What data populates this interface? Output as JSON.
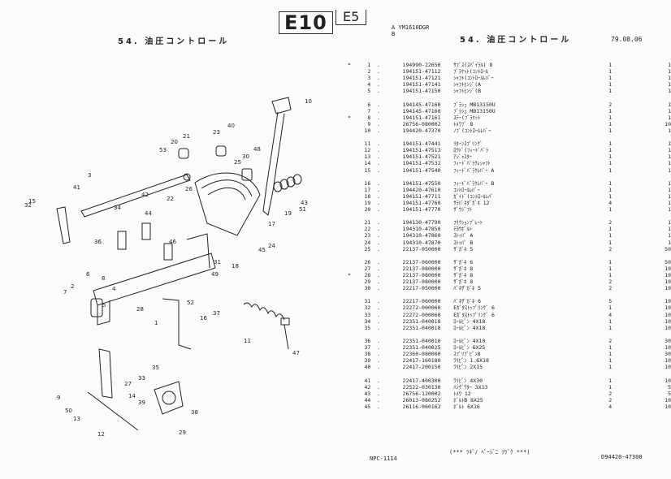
{
  "header": {
    "code": "E10",
    "code2": "E5",
    "model_line1": "A YM1610DGR",
    "model_line2": "B",
    "title_left": "54. 油圧コントロール",
    "title_right": "54. 油圧コントロール",
    "date": "79.08.06"
  },
  "parts": [
    {
      "mark": "*",
      "no": "1",
      "dot": ".",
      "pn": "194990-22650",
      "desc": "ｻﾌﾞｽ(ｽﾊﾟｲﾗﾙ) 8",
      "q1": "1",
      "q2": "1"
    },
    {
      "mark": "",
      "no": "2",
      "dot": ".",
      "pn": "194151-47112",
      "desc": "ﾌﾞﾗｹｯﾄ(ｺﾝﾄﾛｰﾙ",
      "q1": "1",
      "q2": "1"
    },
    {
      "mark": "",
      "no": "3",
      "dot": ".",
      "pn": "194151-47121",
      "desc": "ｼｬﾌﾄ(ｺﾝﾄﾛｰﾙﾚﾊﾞｰ",
      "q1": "1",
      "q2": "1"
    },
    {
      "mark": "",
      "no": "4",
      "dot": ".",
      "pn": "194151-47141",
      "desc": "ｼｬﾌﾄﾋﾝｼﾞ(A",
      "q1": "1",
      "q2": "1"
    },
    {
      "mark": "",
      "no": "5",
      "dot": ".",
      "pn": "194151-47150",
      "desc": "ｼｬﾌﾄﾋﾝｼﾞ(B",
      "q1": "1",
      "q2": "1"
    },
    {
      "gap": true
    },
    {
      "mark": "",
      "no": "6",
      "dot": ".",
      "pn": "194145-47160",
      "desc": "ﾌﾞﾗｼｭ MB13150U",
      "q1": "2",
      "q2": "1"
    },
    {
      "mark": "",
      "no": "7",
      "dot": ".",
      "pn": "194145-47160",
      "desc": "ﾌﾞﾗｼｭ MB13150U",
      "q1": "1",
      "q2": "1"
    },
    {
      "mark": "*",
      "no": "8",
      "dot": ".",
      "pn": "194151-47161",
      "desc": "ｽﾃｰ(ﾌﾞﾗｹｯﾄ",
      "q1": "1",
      "q2": "1"
    },
    {
      "mark": "",
      "no": "9",
      "dot": ".",
      "pn": "26756-080002",
      "desc": "ﾄﾒﾜﾌﾞ 8",
      "q1": "1",
      "q2": "10"
    },
    {
      "mark": "",
      "no": "10",
      "dot": ".",
      "pn": "194420-47370",
      "desc": "ﾉﾌﾞ(ｺﾝﾄﾛｰﾙﾚﾊﾞｰ",
      "q1": "1",
      "q2": "1"
    },
    {
      "gap": true
    },
    {
      "mark": "",
      "no": "11",
      "dot": ".",
      "pn": "194151-47441",
      "desc": "ﾘﾀｰﾝｽﾌﾟﾘﾝｸﾞ",
      "q1": "1",
      "q2": "1"
    },
    {
      "mark": "",
      "no": "12",
      "dot": ".",
      "pn": "194151-47513",
      "desc": "ﾛｳﾄﾞ(ﾌｨｰﾄﾞﾊﾞﾗ",
      "q1": "1",
      "q2": "1"
    },
    {
      "mark": "",
      "no": "13",
      "dot": ".",
      "pn": "194151-47521",
      "desc": "ｱｼﾞｬｽﾀｰ",
      "q1": "1",
      "q2": "1"
    },
    {
      "mark": "",
      "no": "14",
      "dot": ".",
      "pn": "194151-47532",
      "desc": "ﾌｨｰﾄﾞﾊﾞﾗｸﾚｼｬﾌﾄ",
      "q1": "1",
      "q2": "1"
    },
    {
      "mark": "",
      "no": "15",
      "dot": ".",
      "pn": "194151-47540",
      "desc": "ﾌｨｰﾄﾞﾊﾞﾗｸﾚﾊﾞｰ A",
      "q1": "1",
      "q2": "1"
    },
    {
      "gap": true
    },
    {
      "mark": "",
      "no": "16",
      "dot": ".",
      "pn": "194151-47550",
      "desc": "ﾌｨｰﾄﾞﾊﾞﾗｸﾚﾊﾞｰ B",
      "q1": "1",
      "q2": "1"
    },
    {
      "mark": "",
      "no": "17",
      "dot": ".",
      "pn": "194420-47610",
      "desc": "ｺﾝﾄﾛｰﾙﾚﾊﾞｰ",
      "q1": "1",
      "q2": "1"
    },
    {
      "mark": "",
      "no": "18",
      "dot": ".",
      "pn": "194151-47711",
      "desc": "ｶﾞｲﾄﾞ(ｺﾝﾄﾛｰﾙﾚﾊﾞ",
      "q1": "1",
      "q2": "1"
    },
    {
      "mark": "",
      "no": "19",
      "dot": ".",
      "pn": "194151-47760",
      "desc": "ｻﾗﾊﾞﾈﾀﾞｶﾞﾈ 12",
      "q1": "4",
      "q2": "1"
    },
    {
      "mark": "",
      "no": "20",
      "dot": ".",
      "pn": "194151-47770",
      "desc": "ｻﾞｳｼﾞﾌﾄ",
      "q1": "1",
      "q2": "1"
    },
    {
      "gap": true
    },
    {
      "mark": "",
      "no": "21",
      "dot": ".",
      "pn": "194130-47790",
      "desc": "ﾌﾘｸｼｮﾝﾌﾟﾚｰﾄ",
      "q1": "2",
      "q2": "1"
    },
    {
      "mark": "",
      "no": "22",
      "dot": ".",
      "pn": "194310-47850",
      "desc": "ﾃﾖｳﾎﾞﾙﾄ",
      "q1": "1",
      "q2": "1"
    },
    {
      "mark": "",
      "no": "23",
      "dot": ".",
      "pn": "194310-47860",
      "desc": "ｽﾄｯﾊﾟ A",
      "q1": "1",
      "q2": "1"
    },
    {
      "mark": "",
      "no": "24",
      "dot": ".",
      "pn": "194310-47870",
      "desc": "ｽﾄｯﾊﾟ B",
      "q1": "1",
      "q2": "1"
    },
    {
      "mark": "",
      "no": "25",
      "dot": ".",
      "pn": "22137-050000",
      "desc": "ｻﾞｶﾞﾈ 5",
      "q1": "2",
      "q2": "50"
    },
    {
      "gap": true
    },
    {
      "mark": "",
      "no": "26",
      "dot": ".",
      "pn": "22137-060000",
      "desc": "ｻﾞｶﾞﾈ 6",
      "q1": "1",
      "q2": "50"
    },
    {
      "mark": "",
      "no": "27",
      "dot": ".",
      "pn": "22137-080000",
      "desc": "ｻﾞｶﾞﾈ 8",
      "q1": "1",
      "q2": "10"
    },
    {
      "mark": "*",
      "no": "28",
      "dot": ".",
      "pn": "22137-080000",
      "desc": "ｻﾞｶﾞﾈ 8",
      "q1": "1",
      "q2": "10"
    },
    {
      "mark": "",
      "no": "29",
      "dot": ".",
      "pn": "22137-080000",
      "desc": "ｻﾞｶﾞﾈ 8",
      "q1": "2",
      "q2": "10"
    },
    {
      "mark": "",
      "no": "30",
      "dot": ".",
      "pn": "22217-050000",
      "desc": "ﾊﾞﾈｻﾞｶﾞﾈ 5",
      "q1": "2",
      "q2": "10"
    },
    {
      "gap": true
    },
    {
      "mark": "",
      "no": "31",
      "dot": ".",
      "pn": "22217-060000",
      "desc": "ﾊﾞﾈｻﾞｶﾞﾈ 6",
      "q1": "5",
      "q2": "10"
    },
    {
      "mark": "",
      "no": "32",
      "dot": ".",
      "pn": "22272-000060",
      "desc": "Eｶﾞﾀｽﾄｯﾌﾟﾘﾝｸﾞ 6",
      "q1": "1",
      "q2": "10"
    },
    {
      "mark": "",
      "no": "33",
      "dot": ".",
      "pn": "22272-000060",
      "desc": "Eｶﾞﾀｽﾄｯﾌﾟﾘﾝｸﾞ 6",
      "q1": "4",
      "q2": "10"
    },
    {
      "mark": "",
      "no": "34",
      "dot": ".",
      "pn": "22351-040018",
      "desc": "ﾛｰﾙﾋﾟﾝ 4X18",
      "q1": "1",
      "q2": "10"
    },
    {
      "mark": "",
      "no": "35",
      "dot": ".",
      "pn": "22351-040018",
      "desc": "ﾛｰﾙﾋﾟﾝ 4X18",
      "q1": "1",
      "q2": "10"
    },
    {
      "gap": true
    },
    {
      "mark": "",
      "no": "36",
      "dot": ".",
      "pn": "22351-040010",
      "desc": "ﾛｰﾙﾋﾟﾝ 4X10",
      "q1": "2",
      "q2": "30"
    },
    {
      "mark": "",
      "no": "37",
      "dot": ".",
      "pn": "22351-040025",
      "desc": "ﾛｰﾙﾋﾟﾝ 6X25",
      "q1": "1",
      "q2": "10"
    },
    {
      "mark": "",
      "no": "38",
      "dot": ".",
      "pn": "22360-080000",
      "desc": "ｽﾌﾟﾘﾌﾟﾋﾟﾝ8",
      "q1": "1",
      "q2": "30"
    },
    {
      "mark": "",
      "no": "39",
      "dot": ".",
      "pn": "22417-160180",
      "desc": "ﾜﾘﾋﾟﾝ 1.6X18",
      "q1": "1",
      "q2": "10"
    },
    {
      "mark": "",
      "no": "40",
      "dot": ".",
      "pn": "22417-200150",
      "desc": "ﾜﾘﾋﾟﾝ 2X15",
      "q1": "1",
      "q2": "10"
    },
    {
      "gap": true
    },
    {
      "mark": "",
      "no": "41",
      "dot": ".",
      "pn": "22417-400300",
      "desc": "ﾜﾘﾋﾟﾝ 4X30",
      "q1": "1",
      "q2": "10"
    },
    {
      "mark": "",
      "no": "42",
      "dot": ".",
      "pn": "22522-030130",
      "desc": "ﾊﾝｸﾞﾜﾀｰ 3X13",
      "q1": "1",
      "q2": "5"
    },
    {
      "mark": "",
      "no": "43",
      "dot": ".",
      "pn": "26756-120002",
      "desc": "ﾄﾒﾜ 12",
      "q1": "2",
      "q2": "5"
    },
    {
      "mark": "",
      "no": "44",
      "dot": ".",
      "pn": "26013-080252",
      "desc": "ﾎﾞﾙﾄB 8X25",
      "q1": "2",
      "q2": "10"
    },
    {
      "mark": "",
      "no": "45",
      "dot": ".",
      "pn": "26116-060162",
      "desc": "ﾎﾞﾙﾄ 6X16",
      "q1": "4",
      "q2": "10"
    }
  ],
  "footer": {
    "note": "(*** ﾂｷﾞﾉ ﾍﾟｰｼﾞﾆ ﾂﾂﾞｸ ***)",
    "page": "NPC-1114",
    "doc_no": "D94420-47300"
  },
  "callouts": [
    "1",
    "2",
    "3",
    "4",
    "5",
    "6",
    "7",
    "8",
    "9",
    "10",
    "11",
    "12",
    "13",
    "14",
    "15",
    "16",
    "17",
    "18",
    "19",
    "20",
    "21",
    "22",
    "23",
    "24",
    "25",
    "26",
    "27",
    "28",
    "29",
    "30",
    "31",
    "32",
    "33",
    "34",
    "35",
    "36",
    "37",
    "38",
    "39",
    "40",
    "41",
    "42",
    "43",
    "44",
    "45",
    "46",
    "47",
    "48",
    "49",
    "50",
    "51",
    "52",
    "53"
  ]
}
